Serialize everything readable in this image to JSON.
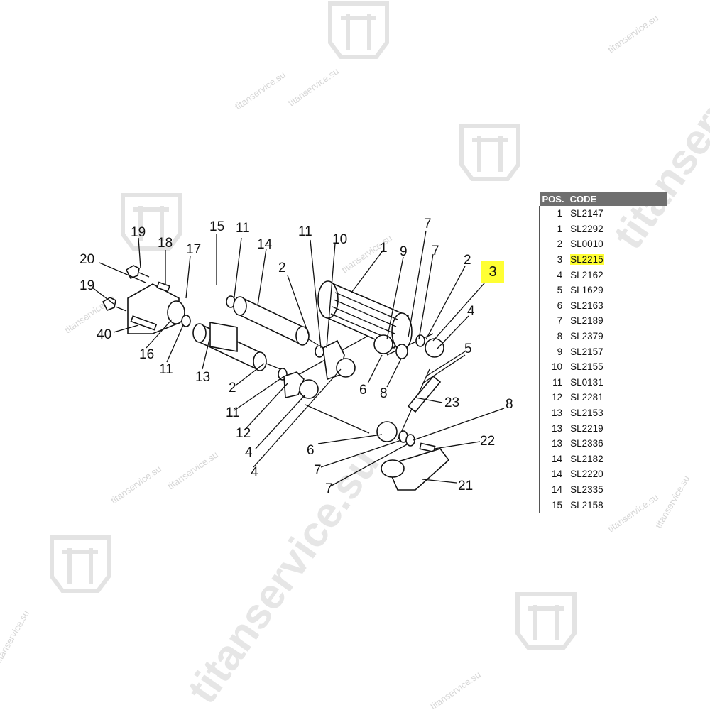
{
  "watermark": {
    "domain": "titanservice.su"
  },
  "table": {
    "headers": [
      "POS.",
      "CODE"
    ],
    "rows": [
      {
        "pos": "1",
        "code": "SL2147"
      },
      {
        "pos": "1",
        "code": "SL2292"
      },
      {
        "pos": "2",
        "code": "SL0010"
      },
      {
        "pos": "3",
        "code": "SL2215",
        "highlighted": true
      },
      {
        "pos": "4",
        "code": "SL2162"
      },
      {
        "pos": "5",
        "code": "SL1629"
      },
      {
        "pos": "6",
        "code": "SL2163"
      },
      {
        "pos": "7",
        "code": "SL2189"
      },
      {
        "pos": "8",
        "code": "SL2379"
      },
      {
        "pos": "9",
        "code": "SL2157"
      },
      {
        "pos": "10",
        "code": "SL2155"
      },
      {
        "pos": "11",
        "code": "SL0131"
      },
      {
        "pos": "12",
        "code": "SL2281"
      },
      {
        "pos": "13",
        "code": "SL2153"
      },
      {
        "pos": "13",
        "code": "SL2219"
      },
      {
        "pos": "13",
        "code": "SL2336"
      },
      {
        "pos": "14",
        "code": "SL2182"
      },
      {
        "pos": "14",
        "code": "SL2220"
      },
      {
        "pos": "14",
        "code": "SL2335"
      },
      {
        "pos": "15",
        "code": "SL2158"
      }
    ]
  },
  "highlight_callout": "3",
  "highlight_color": "#ffff33",
  "callouts": [
    "19",
    "18",
    "17",
    "20",
    "19",
    "40",
    "16",
    "11",
    "15",
    "11",
    "14",
    "2",
    "13",
    "2",
    "11",
    "12",
    "4",
    "4",
    "11",
    "10",
    "1",
    "9",
    "7",
    "7",
    "2",
    "4",
    "5",
    "6",
    "8",
    "23",
    "8",
    "6",
    "7",
    "7",
    "22",
    "21"
  ]
}
